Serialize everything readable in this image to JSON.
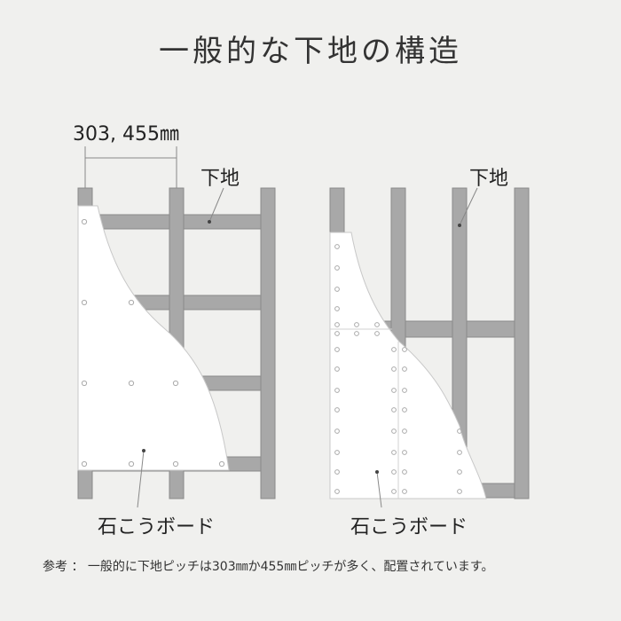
{
  "title": "一般的な下地の構造",
  "dimension_label": "303, 455㎜",
  "left_diagram": {
    "substrate_label": "下地",
    "board_label": "石こうボード"
  },
  "right_diagram": {
    "substrate_label": "下地",
    "board_label": "石こうボード"
  },
  "footnote": "参考 ： 一般的に下地ピッチは303㎜か455㎜ピッチが多く、配置されています。",
  "colors": {
    "background": "#f0f0ee",
    "stud": "#a8a8a8",
    "stud_stroke": "#8a8a8a",
    "board": "#ffffff",
    "text": "#333333"
  }
}
